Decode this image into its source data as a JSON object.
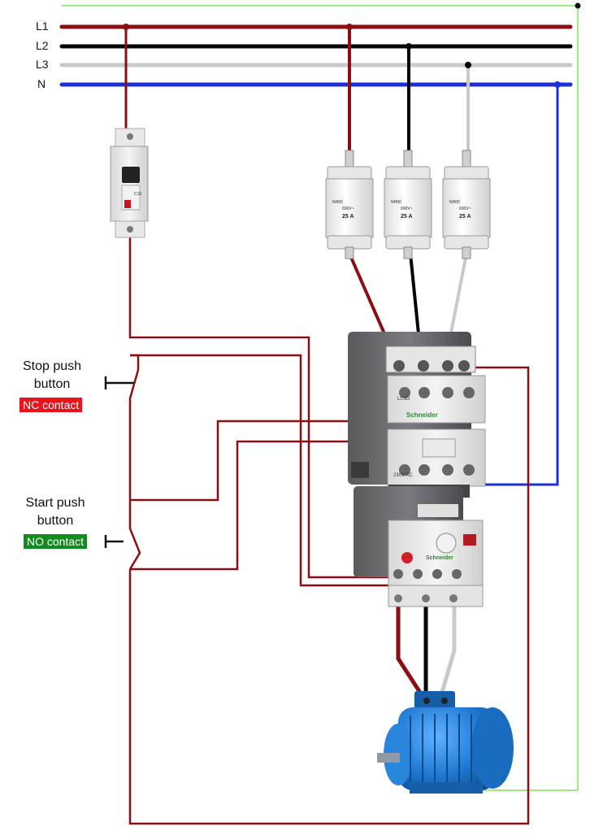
{
  "lines": {
    "l1": {
      "label": "L1",
      "color": "#8b0f12"
    },
    "l2": {
      "label": "L2",
      "color": "#050505"
    },
    "l3": {
      "label": "L3",
      "color": "#c9c9c9"
    },
    "n": {
      "label": "N",
      "color": "#1f2fd6"
    }
  },
  "earth_color": "#7fe35a",
  "stop_button": {
    "title": "Stop push\nbutton",
    "contact": "NC contact",
    "contact_color": "#e8141b"
  },
  "start_button": {
    "title": "Start push\nbutton",
    "contact": "NO contact",
    "contact_color": "#118c1e"
  },
  "fuse_label": {
    "model": "NH00",
    "voltage": "690V~",
    "rating": "25 A"
  },
  "breaker_label": {
    "rating": "C16"
  },
  "contactor": {
    "brand": "Schneider",
    "model": "LC1D",
    "coil": "230V AC"
  },
  "overload_relay": {
    "brand": "Schneider"
  },
  "motor_color": "#1e78d2"
}
